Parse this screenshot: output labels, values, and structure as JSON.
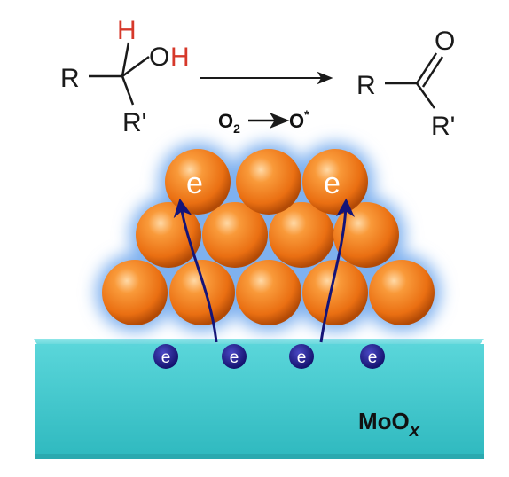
{
  "reactant": {
    "r": "R",
    "r_prime": "R'",
    "h": "H",
    "o": "O",
    "oh_h": "H"
  },
  "product": {
    "r": "R",
    "r_prime": "R'",
    "o": "O"
  },
  "reaction": {
    "o2_o": "O",
    "o2_sub": "2",
    "arrow": "→",
    "product_o": "O",
    "product_sup": "*"
  },
  "particle": {
    "electron_symbol": "e",
    "active_electron_count": 2
  },
  "substrate": {
    "label_main": "MoO",
    "label_sub": "x",
    "interface_electron_count": 4
  },
  "colors": {
    "sphere": "#f07d1e",
    "substrate": "#3cc8cc",
    "electron": "#17157e",
    "arrow": "#141478",
    "glow": "#7fb1ef",
    "red_h": "#d6382a"
  }
}
